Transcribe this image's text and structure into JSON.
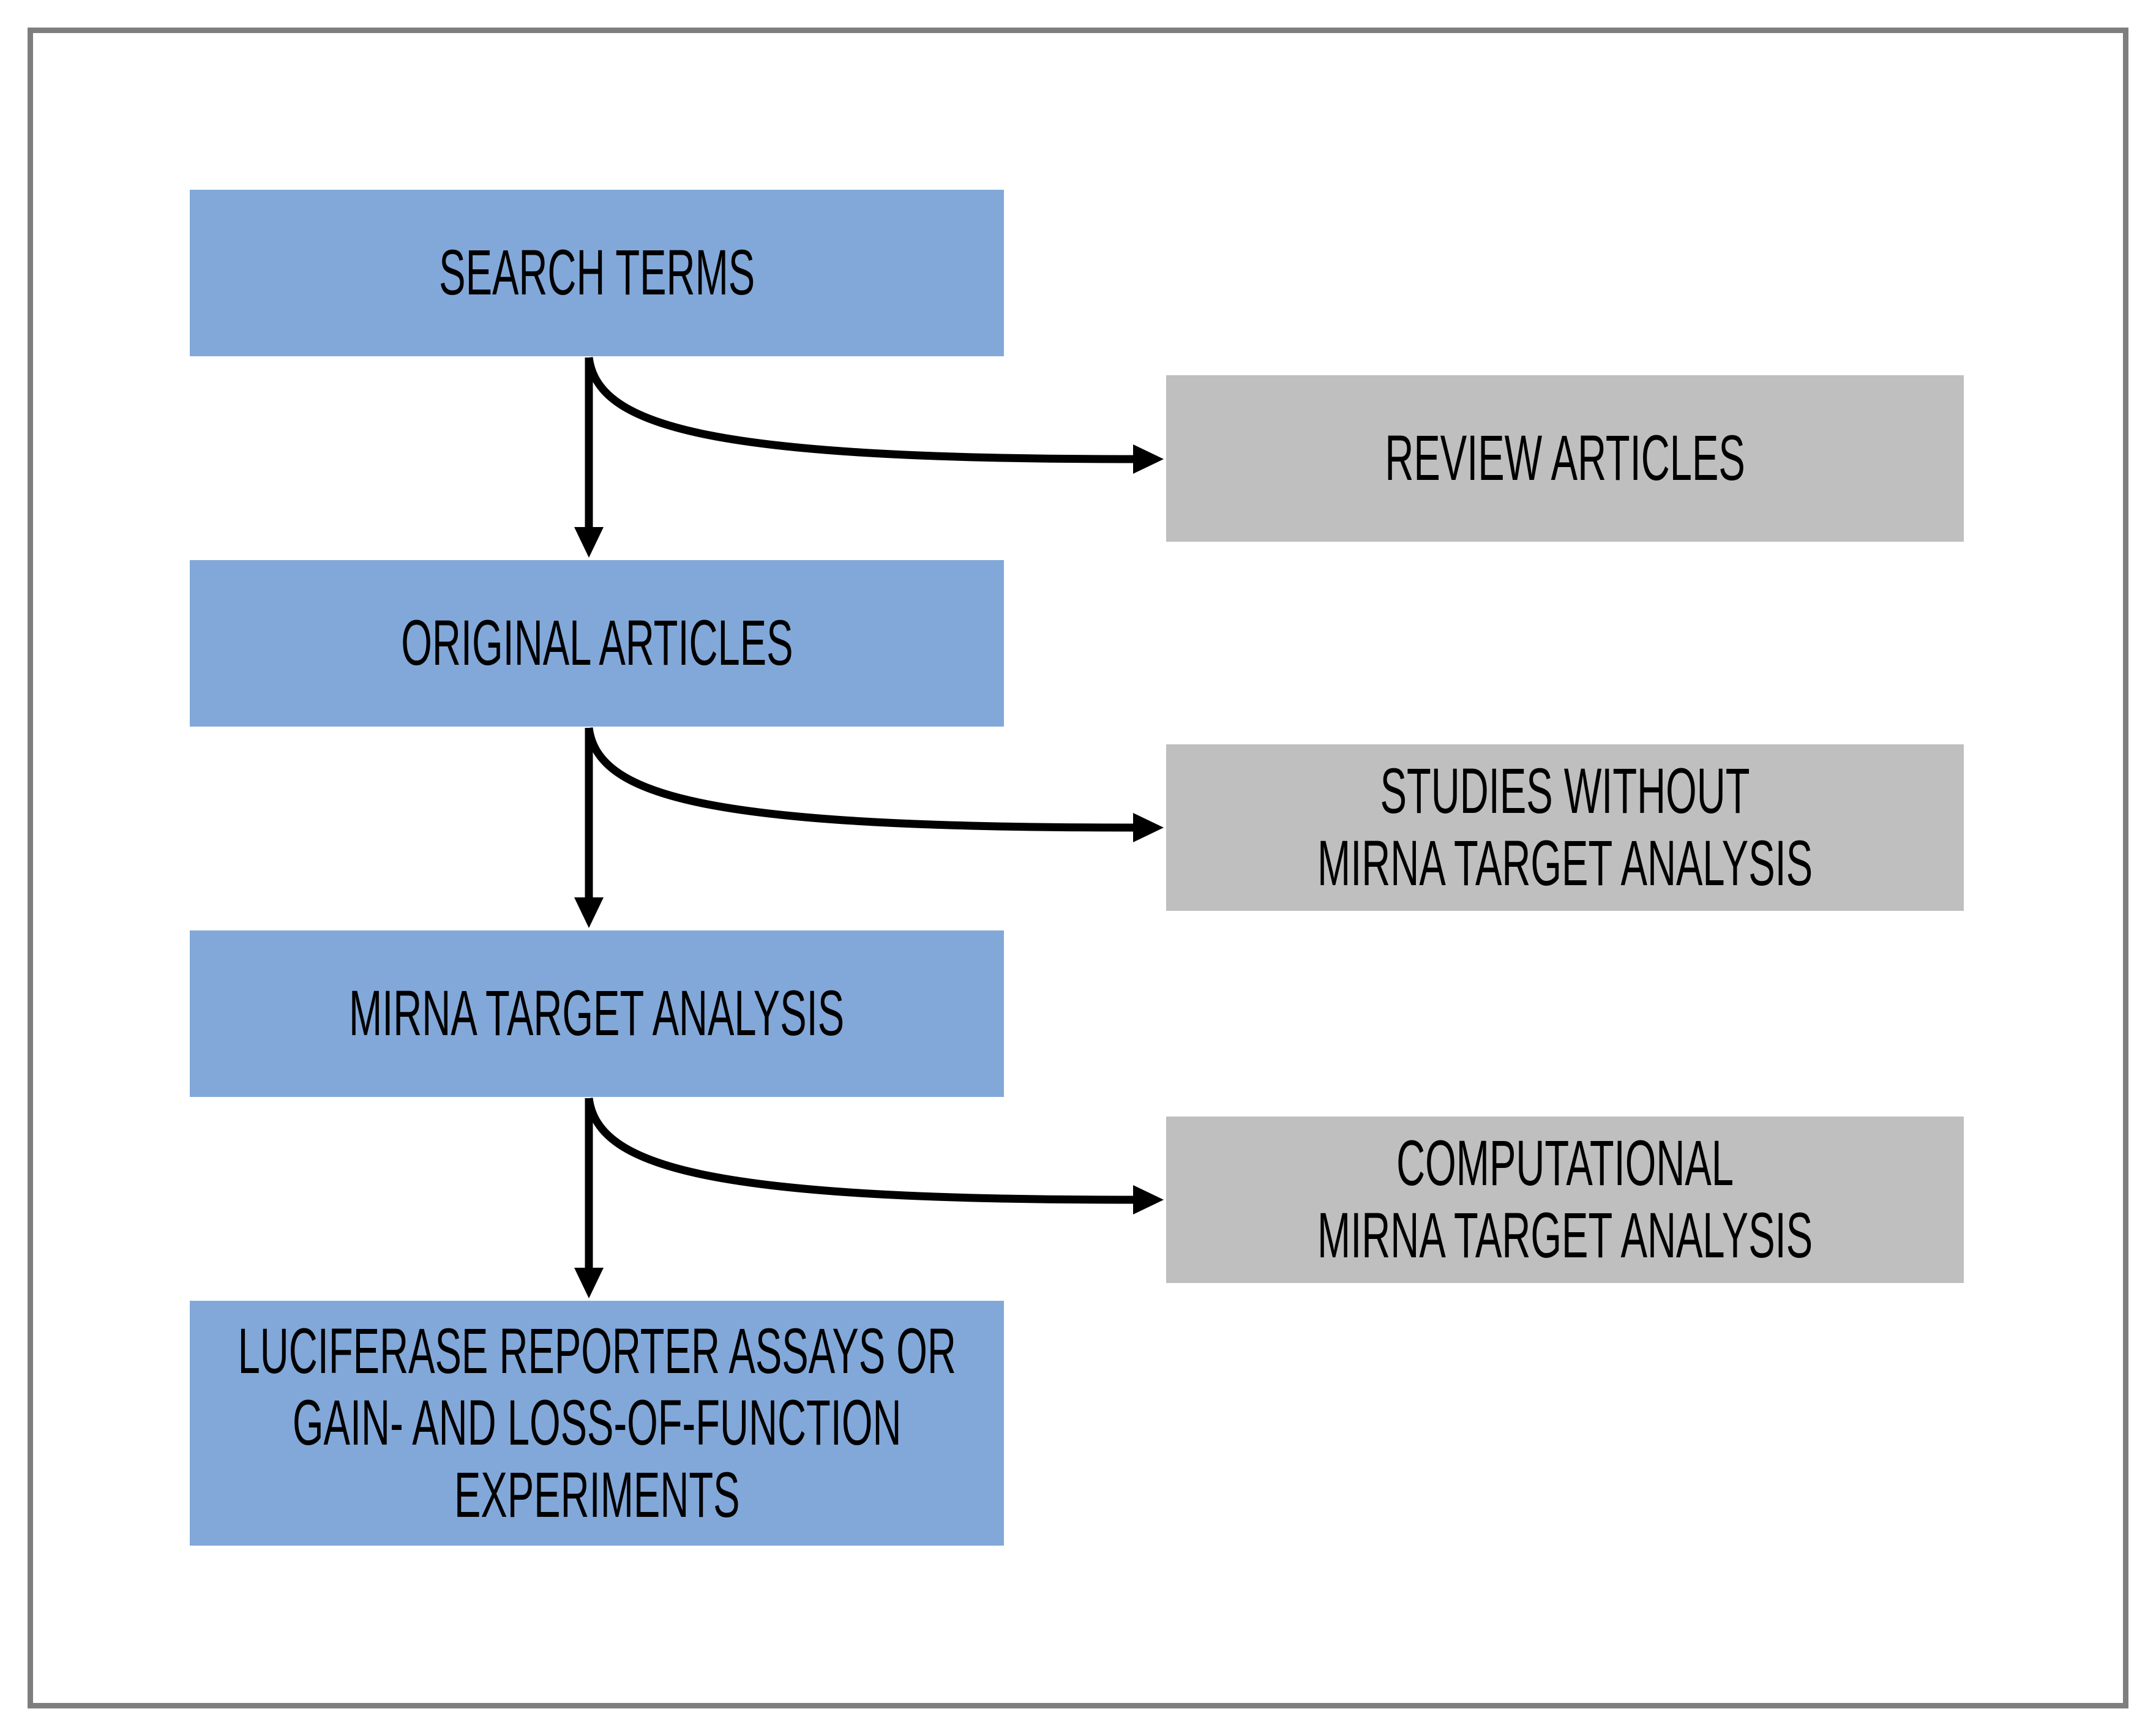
{
  "diagram": {
    "description": "Literature screening flowchart",
    "process_steps": [
      {
        "id": "search-terms",
        "lines": [
          "SEARCH TERMS"
        ]
      },
      {
        "id": "original-articles",
        "lines": [
          "ORIGINAL ARTICLES"
        ]
      },
      {
        "id": "mirna-target-analysis",
        "lines": [
          "MIRNA TARGET ANALYSIS"
        ]
      },
      {
        "id": "luciferase-experiments",
        "lines": [
          "LUCIFERASE REPORTER ASSAYS OR",
          "GAIN- AND LOSS-OF-FUNCTION",
          "EXPERIMENTS"
        ]
      }
    ],
    "excluded_steps": [
      {
        "id": "review-articles",
        "lines": [
          "REVIEW ARTICLES"
        ]
      },
      {
        "id": "studies-without-mirna-target-analysis",
        "lines": [
          "STUDIES WITHOUT",
          "MIRNA TARGET ANALYSIS"
        ]
      },
      {
        "id": "computational-mirna-target-analysis",
        "lines": [
          "COMPUTATIONAL",
          "MIRNA TARGET ANALYSIS"
        ]
      }
    ],
    "colors": {
      "process_box": "#82A8D9",
      "excluded_box": "#BFBFBF",
      "arrow": "#000000",
      "frame": "#7E7E7E",
      "text": "#000000"
    }
  }
}
